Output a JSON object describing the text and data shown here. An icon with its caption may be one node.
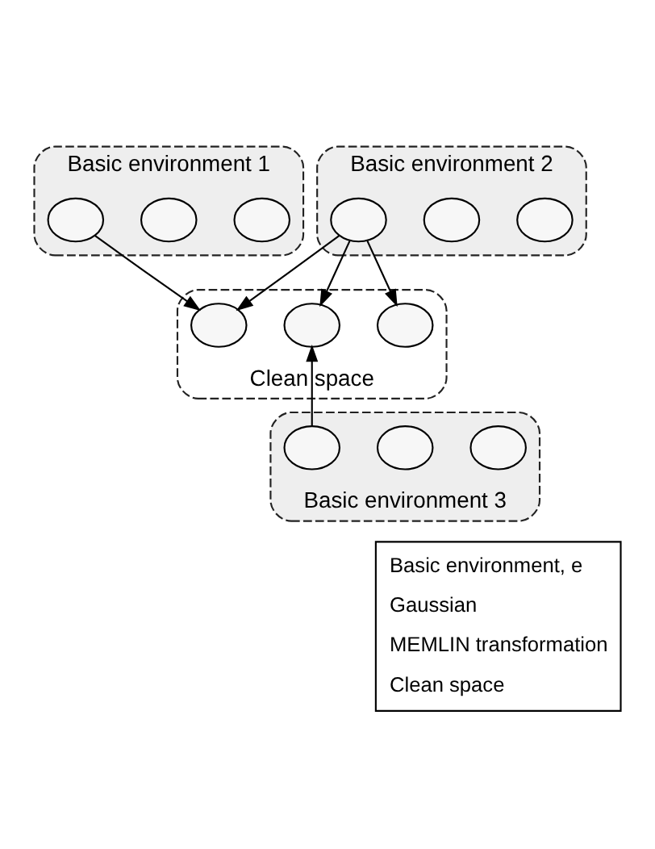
{
  "diagram": {
    "nodes": [
      {
        "text": [
          "Basic environment 1"
        ]
      },
      {
        "text": [],
        "shape": "ellipse",
        "in": 0
      },
      {
        "text": [],
        "shape": "ellipse",
        "in": 0
      },
      {
        "text": [],
        "shape": "ellipse",
        "in": 0
      },
      {
        "text": [
          "Basic environment 2"
        ]
      },
      {
        "text": [],
        "shape": "ellipse",
        "in": 4
      },
      {
        "text": [],
        "shape": "ellipse",
        "in": 4
      },
      {
        "text": [],
        "shape": "ellipse",
        "in": 4
      },
      {
        "text": [
          "Clean space"
        ]
      },
      {
        "text": [],
        "shape": "ellipse",
        "in": 8
      },
      {
        "text": [],
        "shape": "ellipse",
        "in": 8
      },
      {
        "text": [],
        "shape": "ellipse",
        "in": 8
      },
      {
        "text": [
          "Basic environment 3"
        ]
      },
      {
        "text": [],
        "shape": "ellipse",
        "in": 12
      },
      {
        "text": [],
        "shape": "ellipse",
        "in": 12
      },
      {
        "text": [],
        "shape": "ellipse",
        "in": 12
      }
    ],
    "edges": [
      {
        "from": 1,
        "to": 9,
        "arrow": "to"
      },
      {
        "from": 5,
        "to": 9,
        "arrow": "to"
      },
      {
        "from": 5,
        "to": 10,
        "arrow": "to"
      },
      {
        "from": 5,
        "to": 11,
        "arrow": "to"
      },
      {
        "from": 13,
        "to": 10,
        "arrow": "to"
      }
    ],
    "legend": [
      {
        "text": "Basic environment, e"
      },
      {
        "text": "Gaussian"
      },
      {
        "text": "MEMLIN transformation"
      },
      {
        "text": "Clean space"
      }
    ]
  }
}
